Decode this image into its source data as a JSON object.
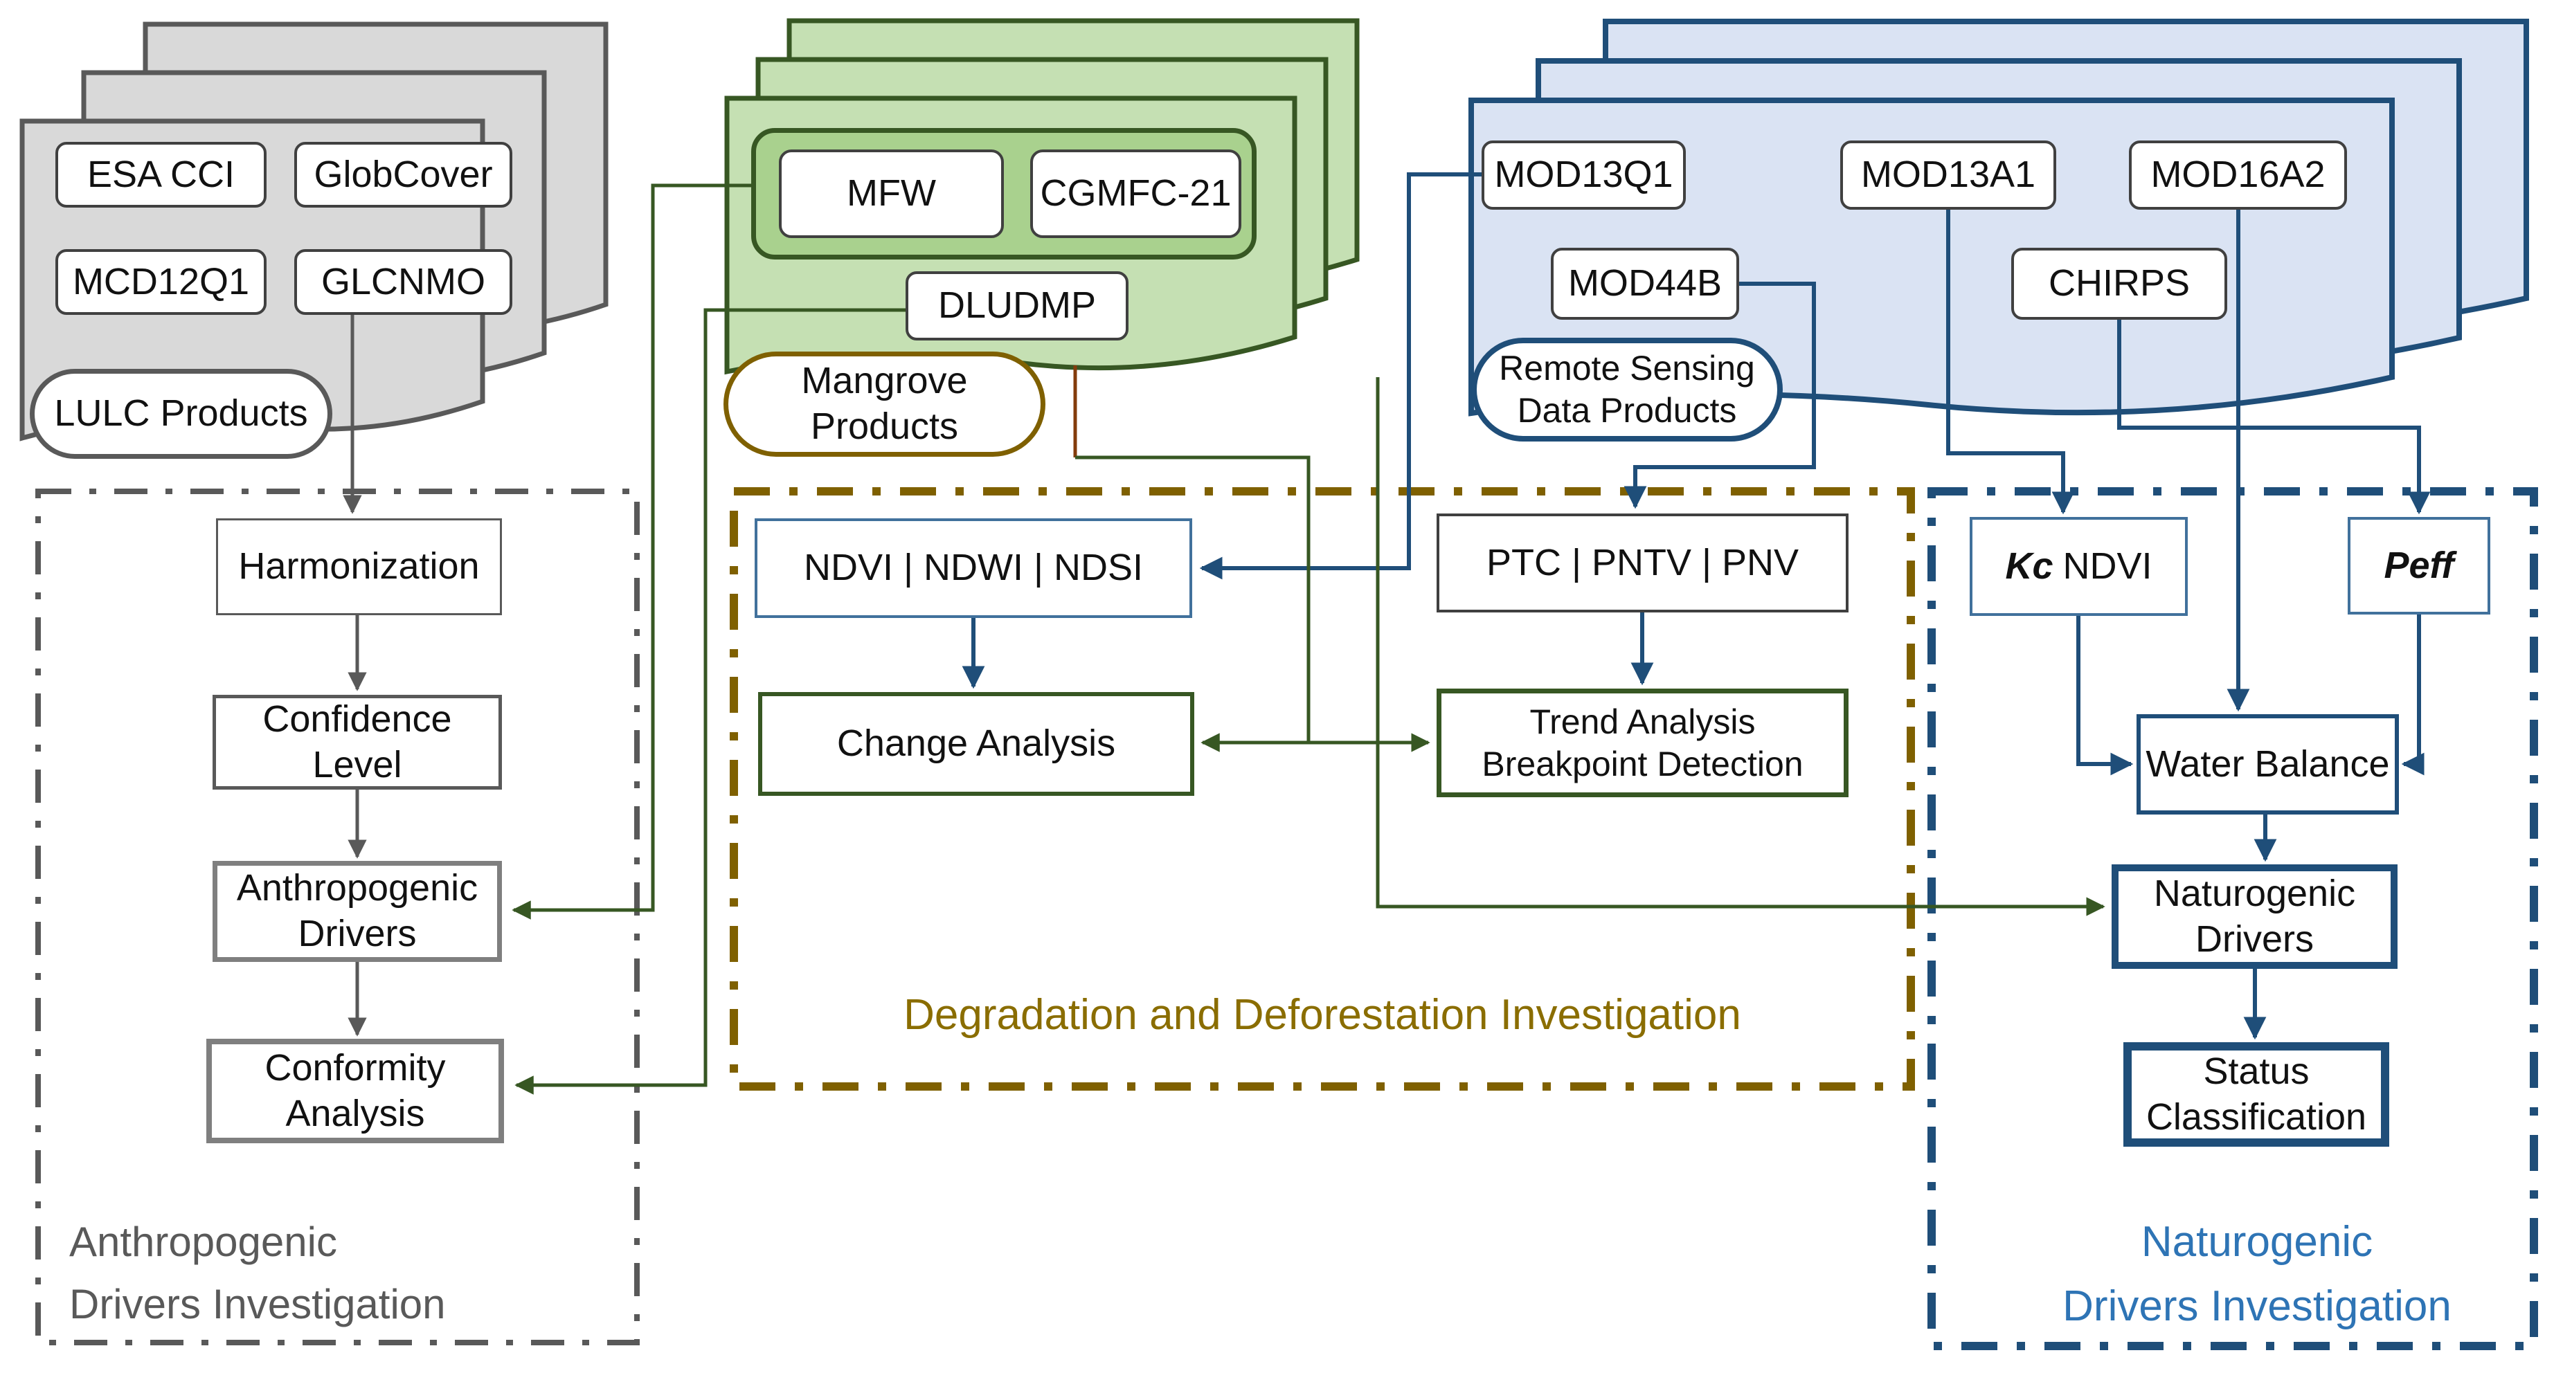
{
  "diagram": {
    "stacks": {
      "lulc": {
        "label": "LULC Products",
        "products": [
          "ESA CCI",
          "GlobCover",
          "MCD12Q1",
          "GLCNMO"
        ]
      },
      "mangrove": {
        "label": "Mangrove\nProducts",
        "inner_products": [
          "MFW",
          "CGMFC-21"
        ],
        "outer_product": "DLUDMP"
      },
      "remote_sensing": {
        "label": "Remote Sensing\nData Products",
        "row1": [
          "MOD13Q1",
          "MOD13A1",
          "MOD16A2"
        ],
        "row2": [
          "MOD44B",
          "CHIRPS"
        ]
      }
    },
    "nodes": {
      "harmonization": "Harmonization",
      "confidence_level": "Confidence\nLevel",
      "anthropogenic_drivers": "Anthropogenic\nDrivers",
      "conformity_analysis": "Conformity\nAnalysis",
      "indices": "NDVI | NDWI | NDSI",
      "change_analysis": "Change Analysis",
      "ptc_pntv_pnv": "PTC | PNTV | PNV",
      "trend_analysis": "Trend Analysis\nBreakpoint Detection",
      "kc_italic": "Kc",
      "kc_rest": "NDVI",
      "peff": "Peff",
      "water_balance": "Water Balance",
      "naturogenic_drivers": "Naturogenic\nDrivers",
      "status_classification": "Status\nClassification"
    },
    "sections": {
      "anthropogenic": {
        "label": "Anthropogenic\nDrivers Investigation",
        "color": "#595959"
      },
      "degradation": {
        "label": "Degradation and Deforestation Investigation",
        "color": "#8a6d00"
      },
      "naturogenic": {
        "label": "Naturogenic\nDrivers Investigation",
        "color": "#2e74b5"
      }
    },
    "colors": {
      "gray_line": "#595959",
      "gray_fill": "#d9d9d9",
      "green_line": "#375723",
      "green_fill": "#c5e0b3",
      "green_inner_fill": "#a9d18e",
      "blue_line": "#1f4e79",
      "blue_fill": "#dae3f3",
      "light_blue_border": "#41719c",
      "brown_border": "#7f6000",
      "dark_red_line": "#843c0c"
    }
  }
}
